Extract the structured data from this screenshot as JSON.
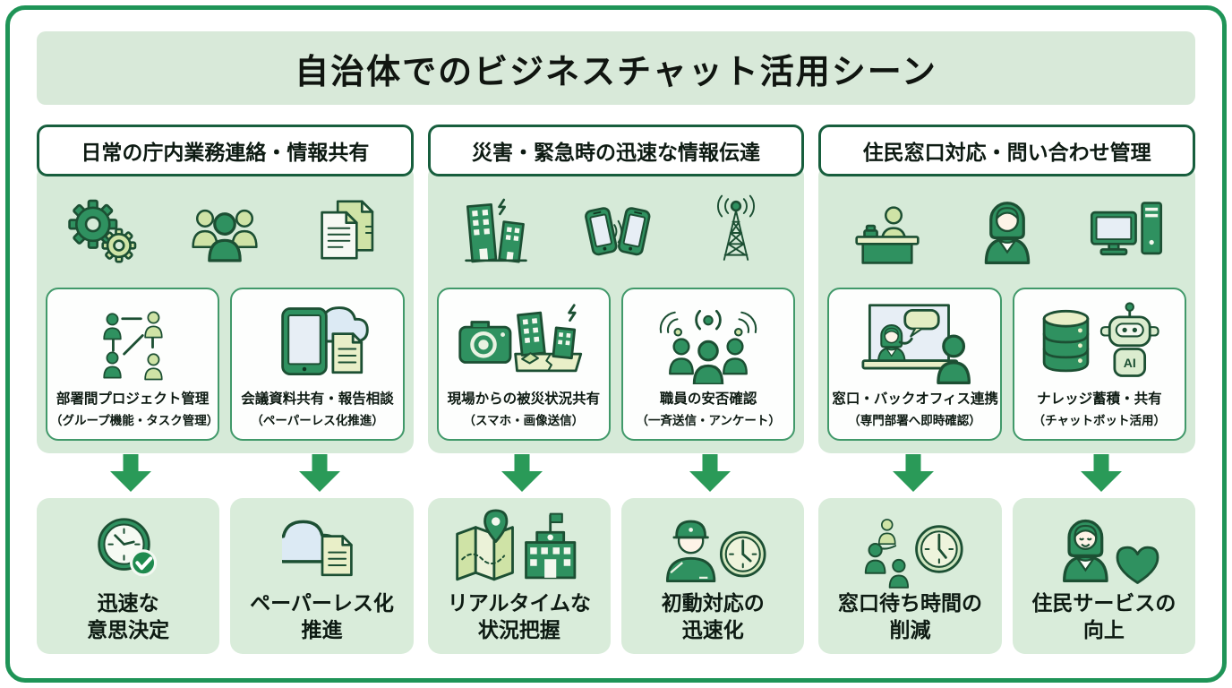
{
  "page_title": "自治体でのビジネスチャット活用シーン",
  "robot_label": "AI",
  "colors": {
    "frame_green": "#1f9457",
    "title_bar_green": "#d8e9d9",
    "panel_green": "#d6ead8",
    "result_box_green": "#d9ecda",
    "arrow_green": "#2a9a58",
    "icon_dark_green": "#2f9160",
    "icon_light_green": "#cfe3a6",
    "outline_green": "#1c4f33"
  },
  "columns": [
    {
      "header": "日常の庁内業務連絡・情報共有",
      "top_icons": [
        "gears-icon",
        "people-group-icon",
        "documents-icon"
      ],
      "cards": [
        {
          "icon": "people-network-icon",
          "title": "部署間プロジェクト管理",
          "subtitle": "（グループ機能・タスク管理）"
        },
        {
          "icon": "tablet-cloud-icon",
          "title": "会議資料共有・報告相談",
          "subtitle": "（ペーパーレス化推進）"
        }
      ],
      "results": [
        {
          "icon": "clock-check-icon",
          "lines": [
            "迅速な",
            "意思決定"
          ]
        },
        {
          "icon": "cloud-document-icon",
          "lines": [
            "ペーパーレス化",
            "推進"
          ]
        }
      ]
    },
    {
      "header": "災害・緊急時の迅速な情報伝達",
      "top_icons": [
        "damaged-building-icon",
        "smartphones-icon",
        "radio-tower-icon"
      ],
      "cards": [
        {
          "icon": "camera-disaster-icon",
          "title": "現場からの被災状況共有",
          "subtitle": "（スマホ・画像送信）"
        },
        {
          "icon": "group-broadcast-icon",
          "title": "職員の安否確認",
          "subtitle": "（一斉送信・アンケート）"
        }
      ],
      "results": [
        {
          "icon": "map-building-icon",
          "lines": [
            "リアルタイムな",
            "状況把握"
          ]
        },
        {
          "icon": "responder-clock-icon",
          "lines": [
            "初動対応の",
            "迅速化"
          ]
        }
      ]
    },
    {
      "header": "住民窓口対応・問い合わせ管理",
      "top_icons": [
        "reception-desk-icon",
        "businesswoman-icon",
        "computer-icon"
      ],
      "cards": [
        {
          "icon": "counter-chat-icon",
          "title": "窓口・バックオフィス連携",
          "subtitle": "（専門部署へ即時確認）"
        },
        {
          "icon": "database-robot-icon",
          "title": "ナレッジ蓄積・共有",
          "subtitle": "（チャットボット活用）"
        }
      ],
      "results": [
        {
          "icon": "queue-clock-icon",
          "lines": [
            "窓口待ち時間の",
            "削減"
          ]
        },
        {
          "icon": "resident-heart-icon",
          "lines": [
            "住民サービスの",
            "向上"
          ]
        }
      ]
    }
  ]
}
